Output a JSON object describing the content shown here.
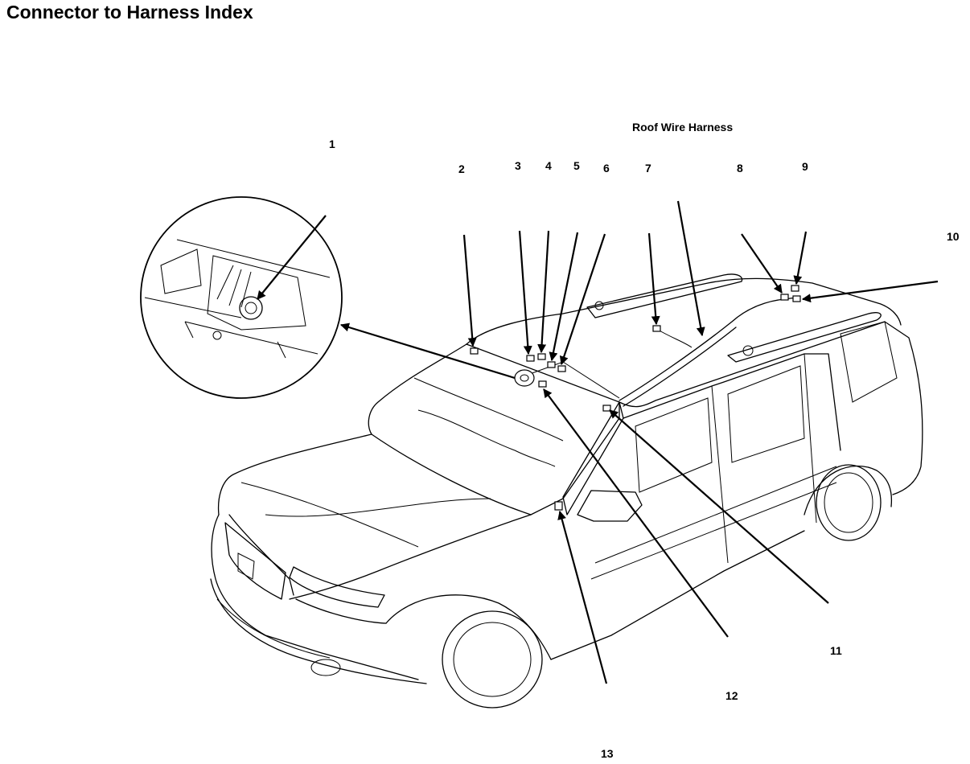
{
  "title": "Connector to Harness Index",
  "harness_label": "Roof Wire Harness",
  "callouts": [
    {
      "id": "1",
      "label": "1"
    },
    {
      "id": "2",
      "label": "2"
    },
    {
      "id": "3",
      "label": "3"
    },
    {
      "id": "4",
      "label": "4"
    },
    {
      "id": "5",
      "label": "5"
    },
    {
      "id": "6",
      "label": "6"
    },
    {
      "id": "7",
      "label": "7"
    },
    {
      "id": "8",
      "label": "8"
    },
    {
      "id": "9",
      "label": "9"
    },
    {
      "id": "10",
      "label": "10"
    },
    {
      "id": "11",
      "label": "11"
    },
    {
      "id": "12",
      "label": "12"
    },
    {
      "id": "13",
      "label": "13"
    }
  ]
}
